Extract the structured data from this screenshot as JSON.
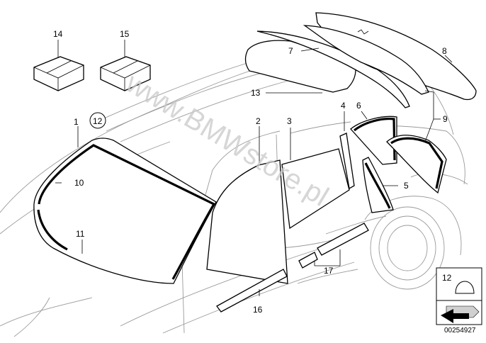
{
  "watermark": "www.BMWstore.pl",
  "image_ref": "00254927",
  "inset_number": "12",
  "callouts": [
    {
      "id": "c1",
      "label": "1"
    },
    {
      "id": "c2",
      "label": "2"
    },
    {
      "id": "c3",
      "label": "3"
    },
    {
      "id": "c4",
      "label": "4"
    },
    {
      "id": "c5",
      "label": "5"
    },
    {
      "id": "c6",
      "label": "6"
    },
    {
      "id": "c7",
      "label": "7"
    },
    {
      "id": "c8",
      "label": "8"
    },
    {
      "id": "c9",
      "label": "9"
    },
    {
      "id": "c10",
      "label": "10"
    },
    {
      "id": "c11",
      "label": "11"
    },
    {
      "id": "c12",
      "label": "12"
    },
    {
      "id": "c13",
      "label": "13"
    },
    {
      "id": "c14",
      "label": "14"
    },
    {
      "id": "c15",
      "label": "15"
    },
    {
      "id": "c16",
      "label": "16"
    },
    {
      "id": "c17",
      "label": "17"
    }
  ]
}
